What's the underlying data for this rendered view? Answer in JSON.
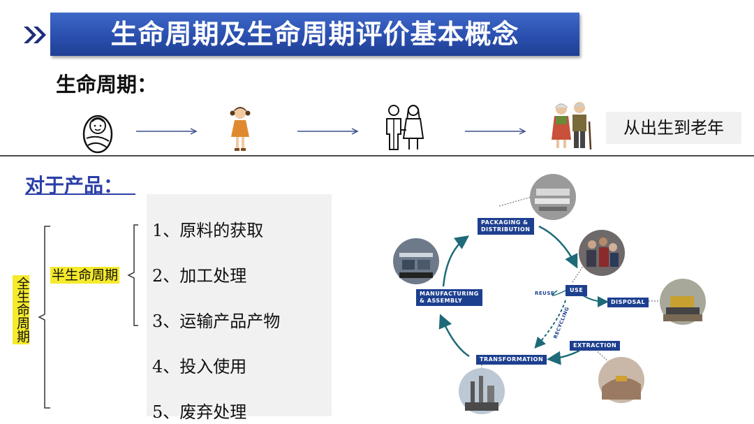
{
  "title": "生命周期及生命周期评价基本概念",
  "lifecycle": {
    "heading": "生命周期：",
    "stage_label": "从出生到老年",
    "stages": [
      "baby-icon",
      "girl-icon",
      "couple-icon",
      "elderly-couple-icon"
    ]
  },
  "product": {
    "heading": "对于产品：",
    "full_cycle_label": "全生命周期",
    "half_cycle_label": "半生命周期",
    "steps": [
      "1、原料的获取",
      "2、加工处理",
      "3、运输产品产物",
      "4、投入使用",
      "5、废弃处理"
    ]
  },
  "cycle_diagram": {
    "packaging": "PACKAGING &\nDISTRIBUTION",
    "use": "USE",
    "reuse": "REUSE",
    "disposal": "DISPOSAL",
    "recycling": "RECYCLING",
    "extraction": "EXTRACTION",
    "transformation": "TRANSFORMATION",
    "manufacturing": "MANUFACTURING\n& ASSEMBLY"
  },
  "colors": {
    "title_bar": "#2a4fae",
    "heading_blue": "#2b3fa8",
    "highlight": "#f5ea2b",
    "cycle_label": "#1d3f8f",
    "cycle_arrow": "#1e6a78"
  }
}
